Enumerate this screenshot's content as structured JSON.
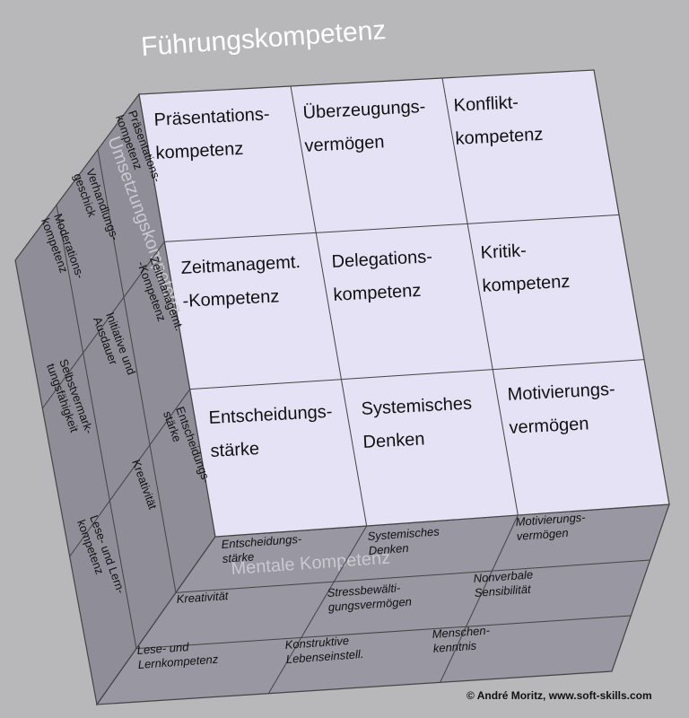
{
  "title": "Führungskompetenz",
  "copyright": "© André Moritz, www.soft-skills.com",
  "colors": {
    "background": "#b8b8ba",
    "front_face": "#e4e2f4",
    "side_face": "#8e8d98",
    "bottom_face": "#9897a2",
    "lines": "#444444"
  },
  "front_face": {
    "cells": [
      [
        "Präsentations-",
        "kompetenz"
      ],
      [
        "Überzeugungs-",
        "vermögen"
      ],
      [
        "Konflikt-",
        "kompetenz"
      ],
      [
        "Zeitmanagemt.",
        "-Kompetenz"
      ],
      [
        "Delegations-",
        "kompetenz"
      ],
      [
        "Kritik-",
        "kompetenz"
      ],
      [
        "Entscheidungs-",
        "stärke"
      ],
      [
        "Systemisches",
        "Denken"
      ],
      [
        "Motivierungs-",
        "vermögen"
      ]
    ]
  },
  "left_face": {
    "label": "Umsetzungskompetenz",
    "cells": [
      [
        "Moderations-",
        "kompetenz"
      ],
      [
        "Verhandlungs-",
        "geschick"
      ],
      [
        "Präsentations-",
        "kompetenz"
      ],
      [
        "Selbstvermark-",
        "tungsfähigkeit"
      ],
      [
        "Initiative und",
        "Ausdauer"
      ],
      [
        "Zeitmanagemt.",
        "-Kompetenz"
      ],
      [
        "Lese- und Lern-",
        "kompetenz"
      ],
      [
        "Kreativität"
      ],
      [
        "Entscheidungs-",
        "stärke"
      ]
    ]
  },
  "bottom_face": {
    "label": "Mentale Kompetenz",
    "cells": [
      [
        "Entscheidungs-",
        "stärke"
      ],
      [
        "Systemisches",
        "Denken"
      ],
      [
        "Motivierungs-",
        "vermögen"
      ],
      [
        "Kreativität"
      ],
      [
        "Stressbewälti-",
        "gungsvermögen"
      ],
      [
        "Nonverbale",
        "Sensibilität"
      ],
      [
        "Lese- und",
        "Lernkompetenz"
      ],
      [
        "Konstruktive",
        "Lebenseinstell."
      ],
      [
        "Menschen-",
        "kenntnis"
      ]
    ]
  }
}
